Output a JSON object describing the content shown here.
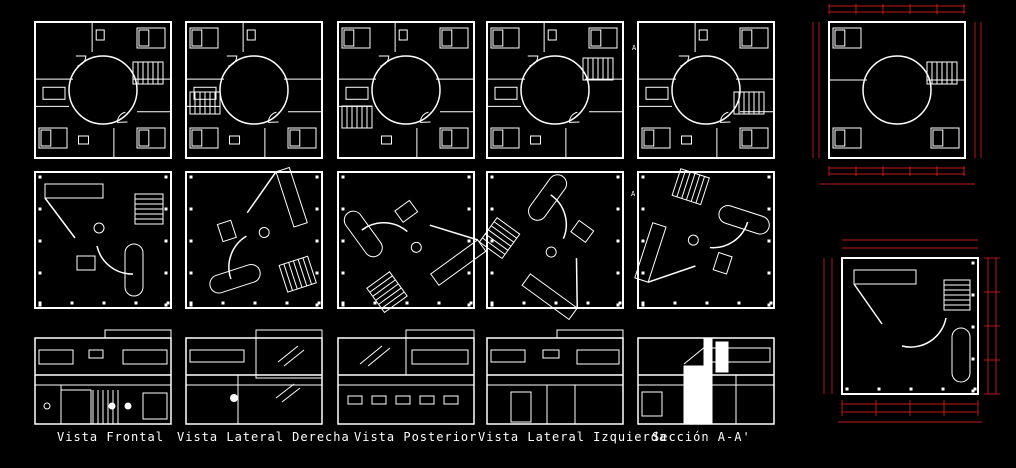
{
  "drawing": {
    "background": "#000000",
    "line_color": "#ffffff",
    "dimension_color": "#ff2020",
    "labels": {
      "frontal": "Vista Frontal",
      "lateral_derecha": "Vista Lateral Derecha",
      "posterior": "Vista Posterior",
      "lateral_izquierda": "Vista Lateral Izquierda",
      "seccion": "Sección A-A'"
    },
    "section_marker": "A'"
  }
}
